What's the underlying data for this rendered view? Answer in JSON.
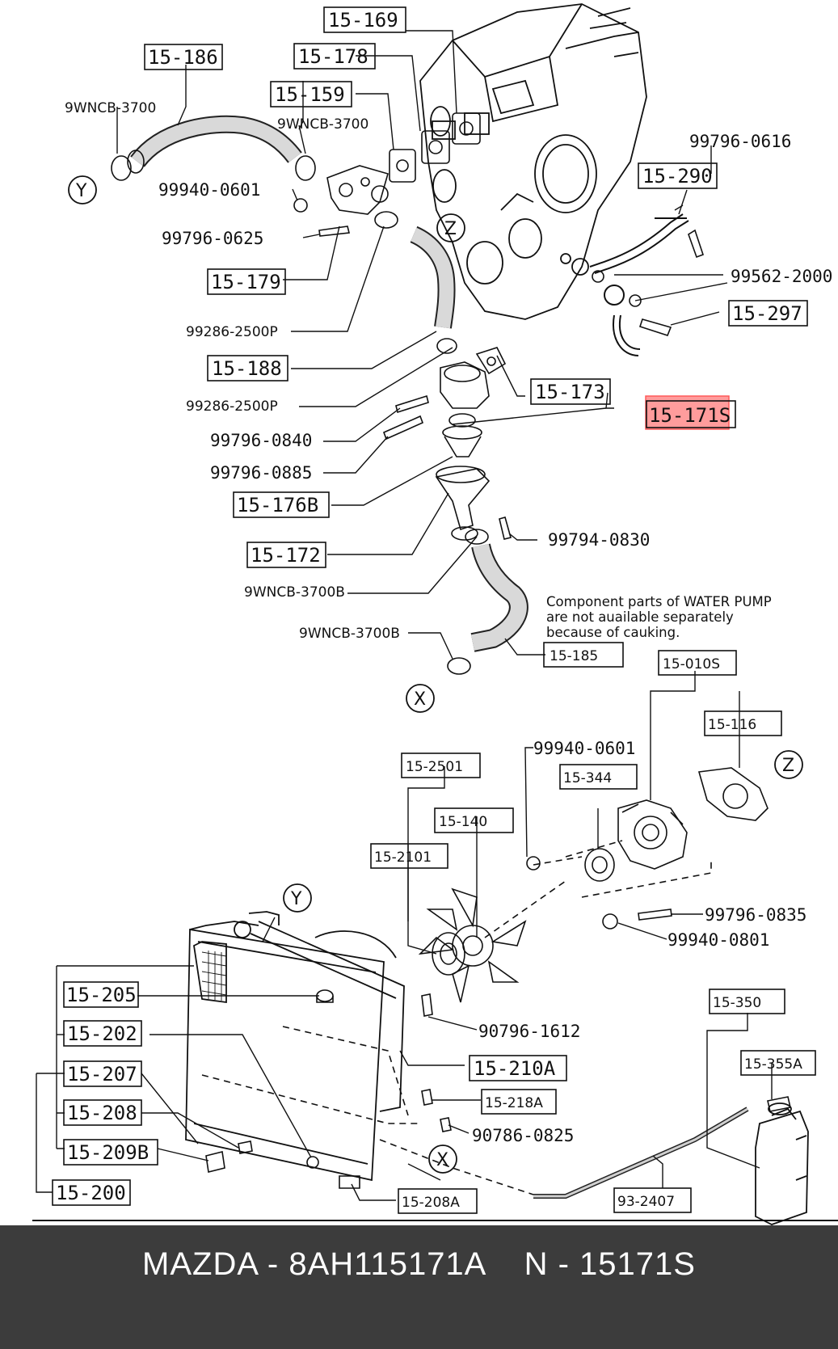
{
  "accent": "#ff5a5a",
  "footer": {
    "brand": "MAZDA",
    "sep1": " - ",
    "oem": "8AH115171A",
    "gap": "    ",
    "n_label": "N",
    "sep2": " - ",
    "n_value": "15171S"
  },
  "labels": {
    "p15_169": "15-169",
    "p15_186": "15-186",
    "p15_178": "15-178",
    "p9wncb_a": "9WNCB-3700",
    "p15_159": "15-159",
    "p9wncb_b": "9WNCB-3700",
    "p99796_0616": "99796-0616",
    "p15_290": "15-290",
    "p99940_0601a": "99940-0601",
    "p99796_0625": "99796-0625",
    "p99562_2000": "99562-2000",
    "p15_179": "15-179",
    "p15_297": "15-297",
    "p99286_a": "99286-2500P",
    "p15_188": "15-188",
    "p15_173": "15-173",
    "p99286_b": "99286-2500P",
    "p15_171s": "15-171S",
    "p99796_0840": "99796-0840",
    "p99796_0885": "99796-0885",
    "p15_176b": "15-176B",
    "p99794_0830": "99794-0830",
    "p15_172": "15-172",
    "p9wncb_3700b_a": "9WNCB-3700B",
    "p9wncb_3700b_b": "9WNCB-3700B",
    "p15_185": "15-185",
    "p15_010s": "15-010S",
    "p15_116": "15-116",
    "p99940_0601b": "99940-0601",
    "p15_2501": "15-2501",
    "p15_344": "15-344",
    "p15_140": "15-140",
    "p15_2101": "15-2101",
    "p99796_0835": "99796-0835",
    "p99940_0801": "99940-0801",
    "p15_205": "15-205",
    "p90796_1612": "90796-1612",
    "p15_350": "15-350",
    "p15_202": "15-202",
    "p15_355a": "15-355A",
    "p15_210a": "15-210A",
    "p15_207": "15-207",
    "p15_218a": "15-218A",
    "p15_208": "15-208",
    "p90786_0825": "90786-0825",
    "p15_209b": "15-209B",
    "p15_200": "15-200",
    "p15_208a": "15-208A",
    "p93_2407": "93-2407"
  },
  "note": {
    "line1": "Component parts of WATER PUMP",
    "line2": "are not auailable separately",
    "line3": "because of cauking."
  },
  "refs": {
    "y_top": "Y",
    "z_engine": "Z",
    "x_hose": "X",
    "z_pump": "Z",
    "y_rad": "Y",
    "x_rad": "X"
  }
}
